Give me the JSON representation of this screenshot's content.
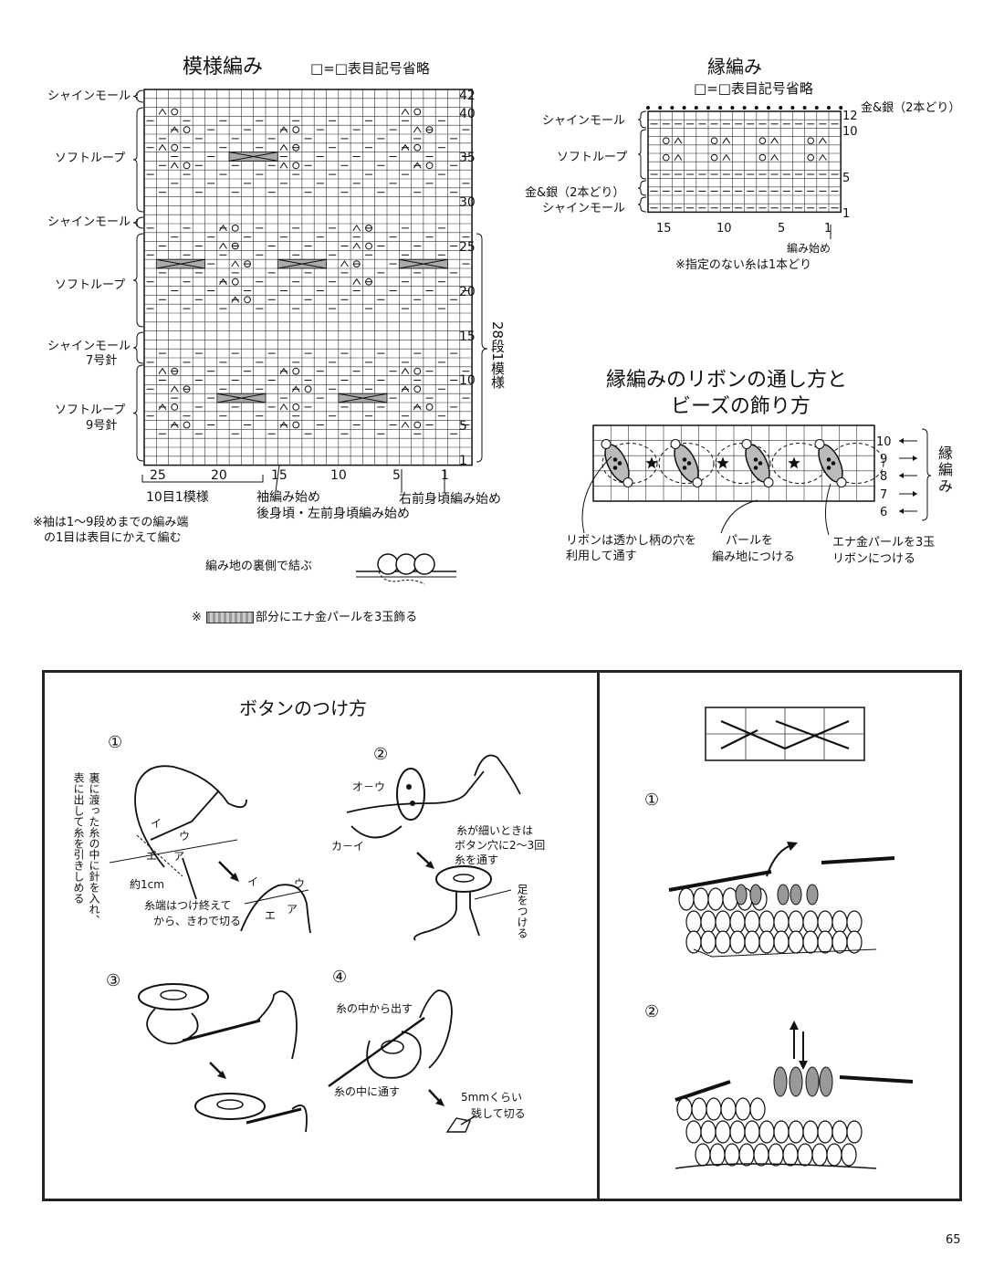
{
  "pattern_chart": {
    "title": "模様編み",
    "legend": "□=□表目記号省略",
    "left_labels": [
      "シャインモール",
      "ソフトループ",
      "シャインモール",
      "ソフトループ",
      "シャインモール",
      "7号針",
      "ソフトループ",
      "9号針"
    ],
    "right_row_numbers": [
      "42",
      "40",
      "35",
      "30",
      "25",
      "20",
      "15",
      "10",
      "5",
      "1"
    ],
    "bottom_col_numbers": [
      "25",
      "20",
      "15",
      "10",
      "5",
      "1"
    ],
    "repeat_rows": "28段1模様",
    "repeat_cols": "10目1模様",
    "sleeve_start": "袖編み始め",
    "back_start": "後身頃・左前身頃編み始め",
    "right_front_start": "右前身頃編み始め",
    "note1": "※袖は1～9段めまでの編み端",
    "note2": "の1目は表目にかえて編む",
    "tie_note": "編み地の裏側で結ぶ",
    "pearl_note": "※",
    "pearl_note_rest": "部分にエナ金パールを3玉飾る"
  },
  "edge_chart": {
    "title": "縁編み",
    "legend": "□=□表目記号省略",
    "gold_silver_top": "金&銀（2本どり）",
    "left_labels": [
      "シャインモール",
      "ソフトループ",
      "金&銀（2本どり）",
      "シャインモール"
    ],
    "right_row_numbers": [
      "12",
      "10",
      "5",
      "1"
    ],
    "bottom_col_numbers": [
      "15",
      "10",
      "5",
      "1"
    ],
    "start": "編み始め",
    "note": "※指定のない糸は1本どり"
  },
  "ribbon": {
    "title_line1": "縁編みのリボンの通し方と",
    "title_line2": "ビーズの飾り方",
    "rows": [
      "10",
      "9",
      "8",
      "7",
      "6"
    ],
    "edge_label": "縁編み",
    "note_ribbon_1": "リボンは透かし柄の穴を",
    "note_ribbon_2": "利用して通す",
    "note_pearl_1": "パールを",
    "note_pearl_2": "編み地につける",
    "note_ena_1": "エナ金パールを3玉",
    "note_ena_2": "リボンにつける"
  },
  "button": {
    "title": "ボタンのつけ方",
    "steps": [
      "①",
      "②",
      "③",
      "④"
    ],
    "step1_vertical_1": "裏に渡った糸の中に針を入れ、",
    "step1_vertical_2": "表に出して糸を引きしめる",
    "step1_letters": [
      "イ",
      "ウ",
      "エ",
      "ア"
    ],
    "step1_b_letters": [
      "イ",
      "ウ",
      "エ",
      "ア"
    ],
    "approx": "約1cm",
    "cut_1": "糸端はつけ終えて",
    "cut_2": "から、きわで切る",
    "ou": "オ－ウ",
    "kai": "カ－イ",
    "thin_1": "糸が細いときは",
    "thin_2": "ボタン穴に2～3回",
    "thin_3": "糸を通す",
    "leg": "足をつける",
    "out_from_thread": "糸の中から出す",
    "through_thread": "糸の中に通す",
    "leave_1": "5mmくらい",
    "leave_2": "残して切る"
  },
  "cable": {
    "steps": [
      "①",
      "②"
    ]
  },
  "page_number": "65"
}
